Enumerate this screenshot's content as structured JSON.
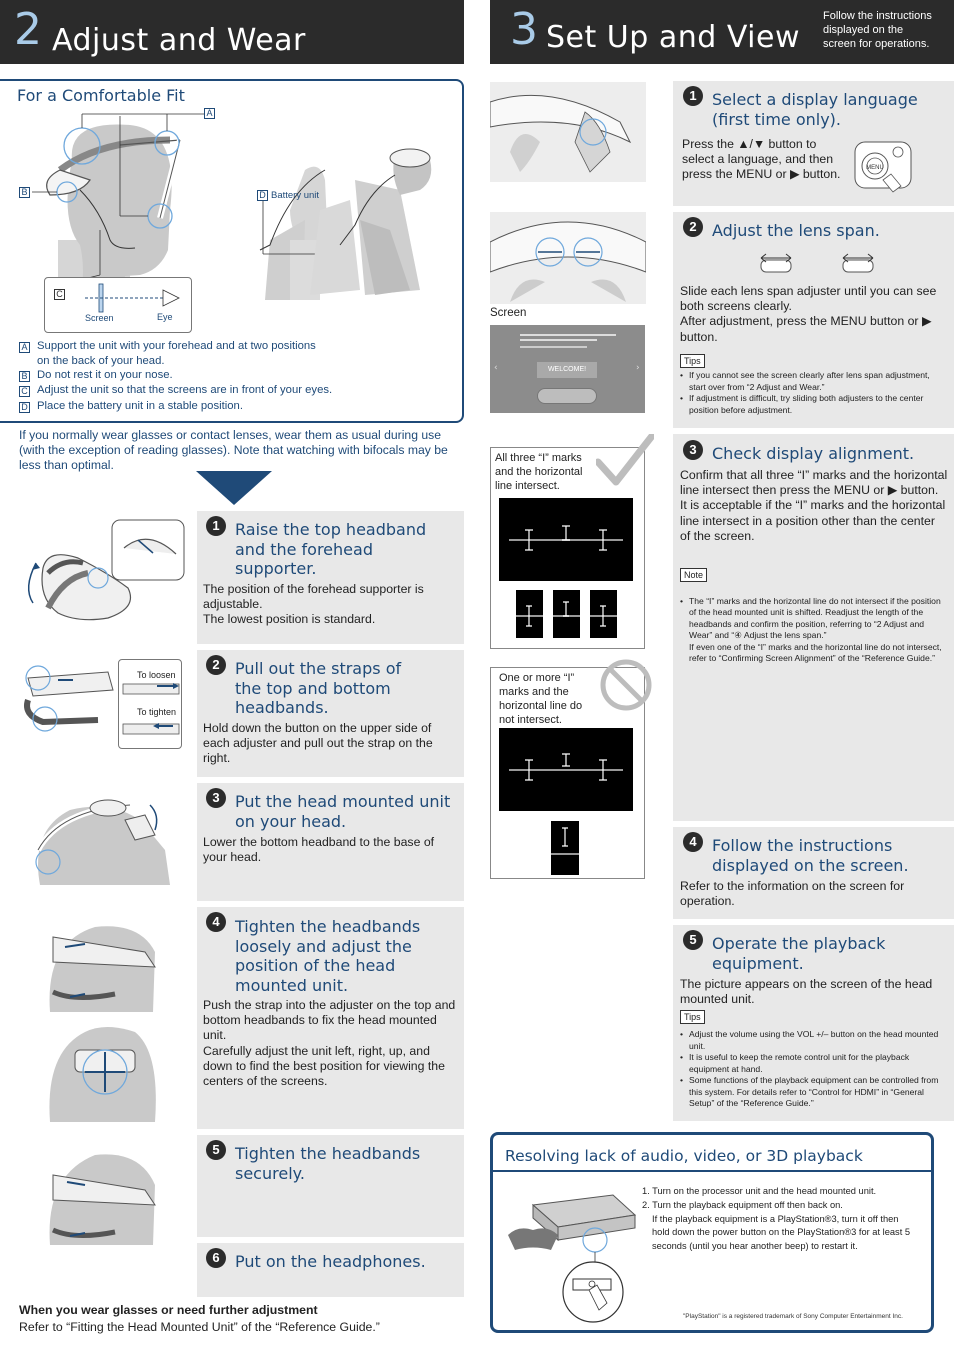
{
  "left": {
    "number": "2",
    "title": "Adjust and Wear",
    "fit": {
      "heading": "For a Comfortable Fit",
      "labels": {
        "a": "A",
        "b": "B",
        "c": "C",
        "d": "D"
      },
      "battery_unit": "Battery unit",
      "screen": "Screen",
      "eye": "Eye",
      "items": [
        {
          "letter": "A",
          "text": "Support the unit with your forehead and at two positions\non the back of your head."
        },
        {
          "letter": "B",
          "text": "Do not rest it on your nose."
        },
        {
          "letter": "C",
          "text": "Adjust the unit so that the screens are in front of your eyes."
        },
        {
          "letter": "D",
          "text": "Place the battery unit in a stable position."
        }
      ]
    },
    "glasses_note": "If you normally wear glasses or contact lenses, wear them as usual during use (with the exception of reading glasses). Note that watching with bifocals may be less than optimal.",
    "steps": [
      {
        "num": "1",
        "title": "Raise the top headband\nand the forehead\nsupporter.",
        "body": "The position of the forehead supporter is adjustable.\nThe lowest position is standard."
      },
      {
        "num": "2",
        "title": "Pull out the straps of\nthe top and bottom\nheadbands.",
        "body": "Hold down the button on the upper side of each adjuster and pull out the strap on the right."
      },
      {
        "num": "3",
        "title": "Put the head mounted unit\non your head.",
        "body": "Lower the bottom headband to the base of your head."
      },
      {
        "num": "4",
        "title": "Tighten the headbands\nloosely and adjust the\nposition of the head\nmounted unit.",
        "body": "Push the strap into the adjuster on the top and bottom headbands to fix the head mounted unit.\nCarefully adjust the unit left, right, up, and down to find the best position for viewing the centers of the screens."
      },
      {
        "num": "5",
        "title": "Tighten the headbands\nsecurely.",
        "body": ""
      },
      {
        "num": "6",
        "title": "Put on the headphones.",
        "body": ""
      }
    ],
    "to_loosen": "To loosen",
    "to_tighten": "To tighten",
    "footer_bold": "When you wear glasses or need further adjustment",
    "footer": "Refer to “Fitting the Head Mounted Unit” of the “Reference Guide.”"
  },
  "right": {
    "number": "3",
    "title": "Set Up and View",
    "header_note": "Follow the instructions\ndisplayed on the\nscreen for operations.",
    "screen_label": "Screen",
    "welcome": "WELCOME!",
    "intersect_ok": "All three “I” marks\nand the horizontal\nline intersect.",
    "intersect_ng": "One or more “I”\nmarks and the\nhorizontal line do\nnot intersect.",
    "menu_label": "MENU",
    "steps": [
      {
        "num": "1",
        "title": "Select a display language\n(first time only).",
        "body": "Press the ▲/▼ button to\nselect a language, and then\npress the MENU or ▶ button."
      },
      {
        "num": "2",
        "title": "Adjust the lens span.",
        "body": "Slide each lens span adjuster until you can see both screens clearly.\nAfter adjustment, press the MENU button or ▶ button.",
        "tips_label": "Tips",
        "tips": [
          "If you cannot see the screen clearly after lens span adjustment, start over from “2 Adjust and Wear.”",
          "If adjustment is difficult, try sliding both adjusters to the center position before adjustment."
        ]
      },
      {
        "num": "3",
        "title": "Check display alignment.",
        "body": "Confirm that all three “I” marks and the horizontal line intersect then press the MENU or ▶ button.\nIt is acceptable if the “I” marks and the horizontal line intersect in a position other than the center of the screen.",
        "note_label": "Note",
        "notes": [
          "The “I” marks and the horizontal line do not intersect if the position of the head mounted unit is shifted. Readjust the length of the headbands and confirm the position, referring to “2 Adjust and Wear” and “④ Adjust the lens span.”\nIf even one of the “I” marks and the horizontal line do not intersect, refer to “Confirming Screen Alignment” of the “Reference Guide.”"
        ]
      },
      {
        "num": "4",
        "title": "Follow the instructions\ndisplayed on the screen.",
        "body": "Refer to the information on the screen for operation."
      },
      {
        "num": "5",
        "title": "Operate the playback\nequipment.",
        "body": "The picture appears on the screen of the head mounted unit.",
        "tips_label": "Tips",
        "tips": [
          "Adjust the volume using the VOL +/– button on the head mounted unit.",
          "It is useful to keep the remote control unit for the playback equipment at hand.",
          "Some functions of the playback equipment can be controlled from this system. For details refer to “Control for HDMI” in “General Setup” of the “Reference Guide.”"
        ]
      }
    ],
    "resolving": {
      "title": "Resolving lack of audio, video, or 3D playback",
      "lines": [
        "1. Turn on the processor unit and the head mounted unit.",
        "2. Turn the playback equipment off then back on.",
        "If the playback equipment is a PlayStation®3, turn it off then",
        "hold down the power button on the PlayStation®3 for at least 5",
        "seconds (until you hear another beep) to restart it."
      ],
      "trademark": "\"PlayStation\" is a registered trademark of Sony Computer Entertainment Inc."
    }
  },
  "colors": {
    "accent": "#1f4a78",
    "header": "#2b2b2b",
    "panel": "#e8e8e8",
    "icon_blue": "#6fa8dc"
  }
}
